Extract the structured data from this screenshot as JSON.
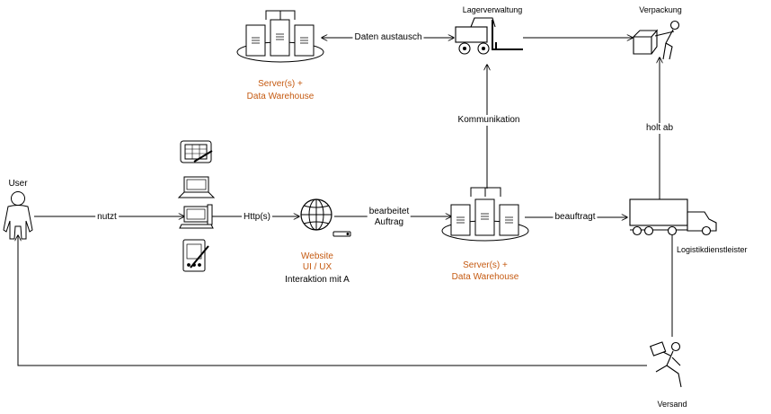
{
  "nodes": {
    "user": {
      "label": "User",
      "icon": "person-icon"
    },
    "devices": {
      "icons": [
        "tablet-icon",
        "laptop-icon",
        "desktop-computer-icon",
        "pda-icon"
      ]
    },
    "website": {
      "line1": "Website",
      "line2": "UI / UX",
      "line3": "Interaktion mit A",
      "icon": "globe-icon"
    },
    "server_top": {
      "line1": "Server(s) +",
      "line2": "Data Warehouse",
      "icon": "server-cluster-icon"
    },
    "server_mid": {
      "line1": "Server(s) +",
      "line2": "Data Warehouse",
      "icon": "server-cluster-icon"
    },
    "warehouse": {
      "label": "Lagerverwaltung",
      "icon": "forklift-icon"
    },
    "packing": {
      "label": "Verpackung",
      "icon": "packing-person-icon"
    },
    "logistics": {
      "label": "Logistikdienstleister",
      "icon": "truck-icon"
    },
    "shipping": {
      "label": "Versand",
      "icon": "running-person-icon"
    }
  },
  "edges": {
    "nutzt": "nutzt",
    "http": "Http(s)",
    "bearbeitet_l1": "bearbeitet",
    "bearbeitet_l2": "Auftrag",
    "beauftragt": "beauftragt",
    "kommunikation": "Kommunikation",
    "daten": "Daten austausch",
    "holt_ab": "holt ab"
  },
  "colors": {
    "line": "#000000",
    "label_accent": "#c55a11",
    "background": "#ffffff"
  }
}
